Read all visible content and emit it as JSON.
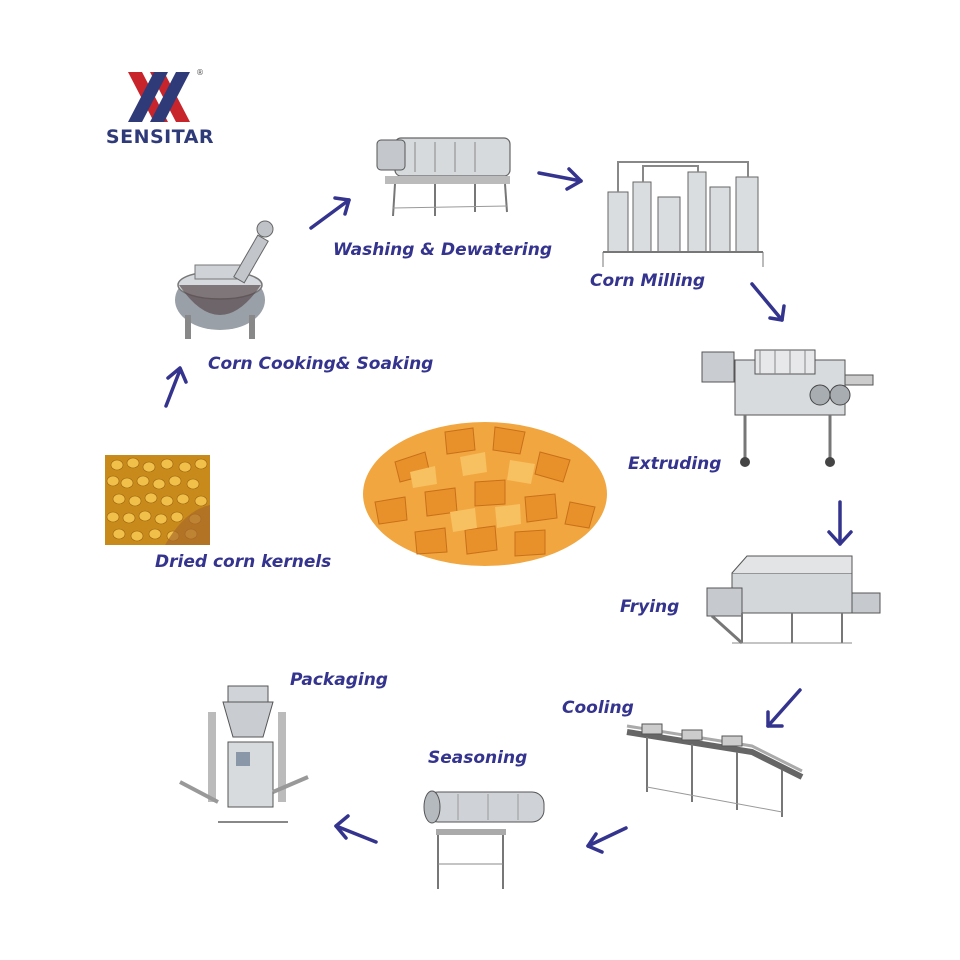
{
  "brand": {
    "name": "SENSITAR",
    "registered_mark": "®"
  },
  "colors": {
    "label": "#34348f",
    "arrow": "#34348f",
    "brand_red": "#c8242b",
    "brand_blue": "#2f3a78"
  },
  "steps": [
    {
      "id": "dried-corn-kernels",
      "label": "Dried corn kernels"
    },
    {
      "id": "corn-cooking-soaking",
      "label": "Corn Cooking& Soaking"
    },
    {
      "id": "washing-dewatering",
      "label": "Washing & Dewatering"
    },
    {
      "id": "corn-milling",
      "label": "Corn Milling"
    },
    {
      "id": "extruding",
      "label": "Extruding"
    },
    {
      "id": "frying",
      "label": "Frying"
    },
    {
      "id": "cooling",
      "label": "Cooling"
    },
    {
      "id": "seasoning",
      "label": "Seasoning"
    },
    {
      "id": "packaging",
      "label": "Packaging"
    }
  ],
  "center_product": {
    "name": "corn-chips"
  }
}
